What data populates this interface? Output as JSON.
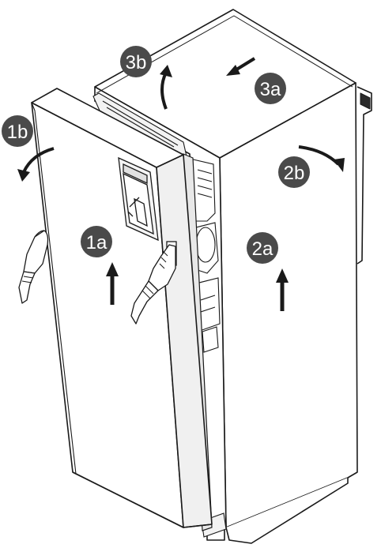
{
  "diagram": {
    "step_labels": {
      "s1a": "1a",
      "s1b": "1b",
      "s2a": "2a",
      "s2b": "2b",
      "s3a": "3a",
      "s3b": "3b"
    },
    "colors": {
      "line": "#1a1a1a",
      "badge_fill": "#4a4a4a",
      "badge_text": "#ffffff",
      "arrow": "#1a1a1a",
      "panel": "#ffffff",
      "shade": "#e8e8e8"
    },
    "icons": {
      "arrow_up": "arrow-up-icon",
      "arrow_curved": "curved-arrow-icon",
      "arrow_diagonal": "diagonal-arrow-icon",
      "hand": "hand-icon"
    }
  }
}
